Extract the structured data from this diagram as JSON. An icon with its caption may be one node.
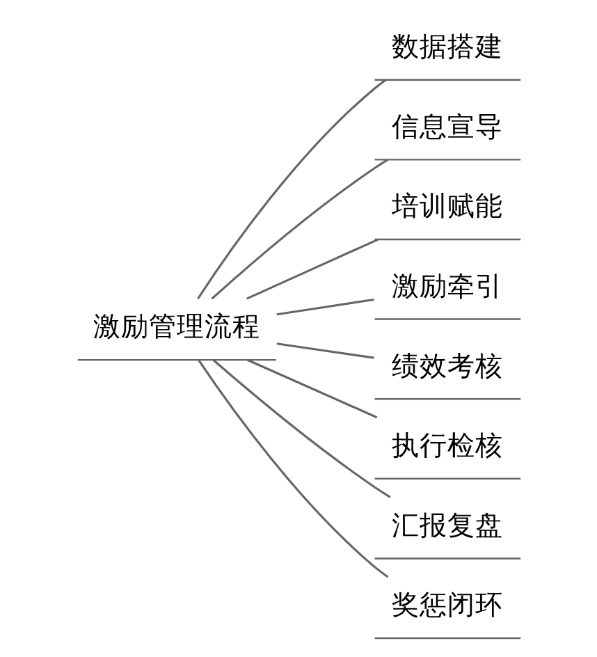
{
  "diagram": {
    "nodes": [
      {
        "text": [
          "激励管理流程"
        ]
      },
      {
        "text": [
          "数据搭建"
        ]
      },
      {
        "text": [
          "信息宣导"
        ]
      },
      {
        "text": [
          "培训赋能"
        ]
      },
      {
        "text": [
          "激励牵引"
        ]
      },
      {
        "text": [
          "绩效考核"
        ]
      },
      {
        "text": [
          "执行检核"
        ]
      },
      {
        "text": [
          "汇报复盘"
        ]
      },
      {
        "text": [
          "奖惩闭环"
        ]
      }
    ],
    "edges": [
      {
        "from": 0,
        "to": 1,
        "arrow": "none"
      },
      {
        "from": 0,
        "to": 2,
        "arrow": "none"
      },
      {
        "from": 0,
        "to": 3,
        "arrow": "none"
      },
      {
        "from": 0,
        "to": 4,
        "arrow": "none"
      },
      {
        "from": 0,
        "to": 5,
        "arrow": "none"
      },
      {
        "from": 0,
        "to": 6,
        "arrow": "none"
      },
      {
        "from": 0,
        "to": 7,
        "arrow": "none"
      },
      {
        "from": 0,
        "to": 8,
        "arrow": "none"
      }
    ]
  }
}
